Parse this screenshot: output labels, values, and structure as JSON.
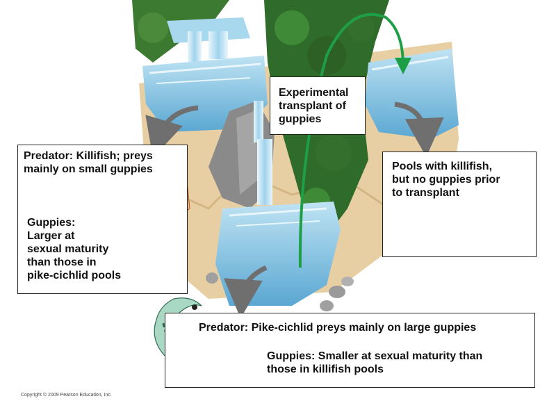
{
  "transplant_label": "Experimental\ntransplant of\nguppies",
  "killifish_pool": {
    "predator": "Predator: Killifish; preys\nmainly on small guppies",
    "guppies": "Guppies:\nLarger at\nsexual maturity\nthan those in\npike-cichlid pools"
  },
  "empty_pool": {
    "text": "Pools with killifish,\nbut no guppies prior\nto transplant"
  },
  "pike_pool": {
    "predator": "Predator: Pike-cichlid preys mainly on large guppies",
    "guppies": "Guppies: Smaller at sexual maturity than\nthose in killifish pools"
  },
  "copyright": "Copyright © 2009 Pearson Education, Inc.",
  "colors": {
    "water": "#8ec9e6",
    "water_dark": "#5aa7d2",
    "foliage": "#2f6b2a",
    "sand": "#e8cfa3",
    "rock": "#8a8a8a",
    "transplant_arrow": "#1f9e48",
    "flow_arrow": "#7a7a7a"
  }
}
